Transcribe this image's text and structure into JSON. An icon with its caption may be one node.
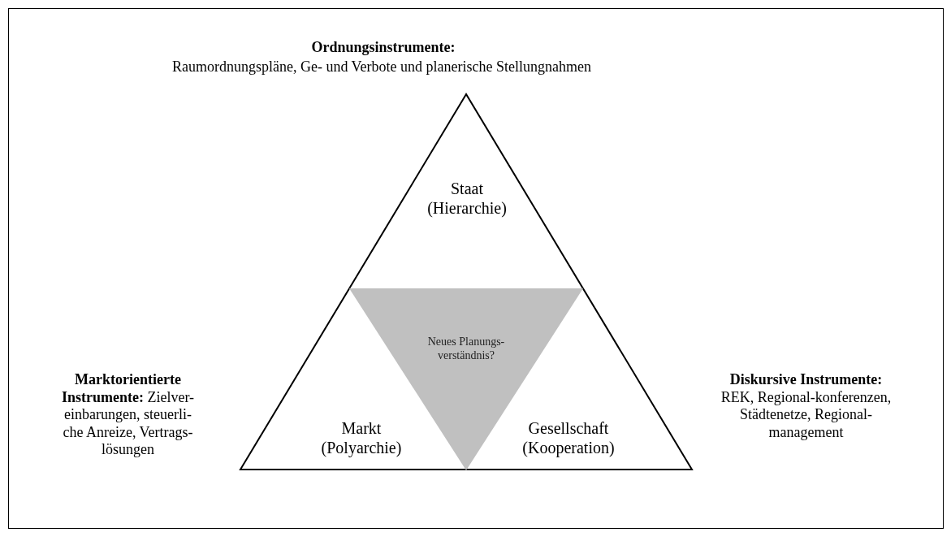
{
  "diagram": {
    "nodes": [
      {
        "text": [],
        "shape": "triangle"
      },
      {
        "text": [
          "Staat (Hierarchie)"
        ],
        "in": 0
      },
      {
        "text": [
          "Markt (Polyarchie)"
        ],
        "in": 0
      },
      {
        "text": [
          "Gesellschaft (Kooperation)"
        ],
        "in": 0
      },
      {
        "text": [
          "Neues Planungs-verständnis?"
        ],
        "in": 0
      }
    ],
    "edges": [],
    "labels": [
      "Ordnungsinstrumente:",
      "Raumordnungspläne, Ge- und Verbote und planerische Stellungnahmen",
      "**Marktorientierte Instrumente:** Zielver-einbarungen, steuerli-che Anreize, Vertrags-lösungen",
      "**Diskursive Instrumente:** REK, Regional-konferenzen, Städtenetze, Regional-management"
    ]
  }
}
